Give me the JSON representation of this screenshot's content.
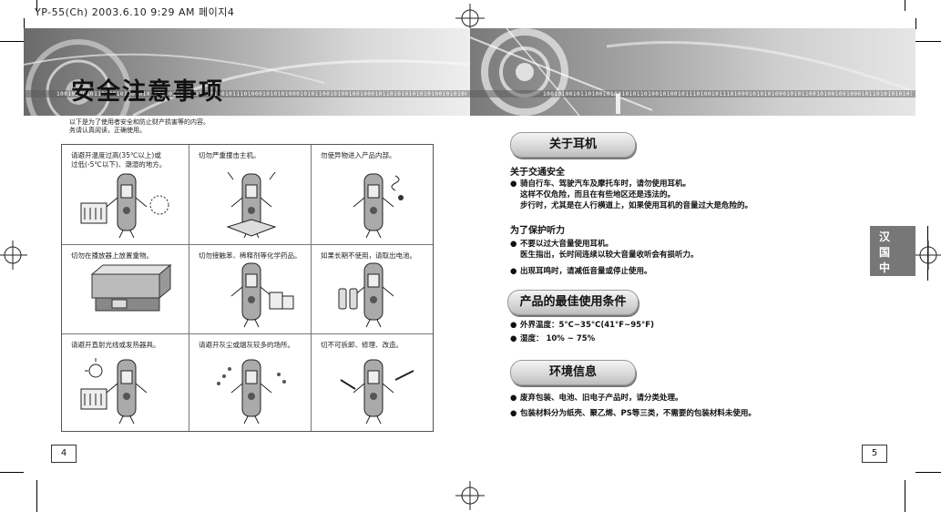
{
  "header": {
    "file_info": "YP-55(Ch)  2003.6.10 9:29 AM 페이지4"
  },
  "left_page": {
    "title": "安全注意事项",
    "intro_line1": "以下是为了使用者安全和防止财产损害等的内容。",
    "intro_line2": "务请认真阅读，正确使用。",
    "binary_strip": "1001010010110100101001010110100101001011101001011101000101010100010101100101001001000101101010101010100101010010101001",
    "cells": [
      {
        "text": "请避开温度过高(35℃以上)或\n过低(-5℃以下)、潮湿的地方。",
        "icon": "player-heat-cold-icon"
      },
      {
        "text": "切勿严重撞击主机。",
        "icon": "player-impact-icon"
      },
      {
        "text": "勿使异物进入产品内部。",
        "icon": "player-foreign-object-icon"
      },
      {
        "text": "切勿在播放器上放置重物。",
        "icon": "player-under-weight-icon"
      },
      {
        "text": "切勿接触苯、稀释剂等化学药品。",
        "icon": "player-chemicals-icon"
      },
      {
        "text": "如果长期不使用，请取出电池。",
        "icon": "player-remove-battery-icon"
      },
      {
        "text": "请避开直射光线或发热器具。",
        "icon": "player-sunlight-heater-icon"
      },
      {
        "text": "请避开灰尘或烟灰较多的场所。",
        "icon": "player-dust-icon"
      },
      {
        "text": "切不可拆卸、修理、改造。",
        "icon": "player-disassemble-icon"
      }
    ],
    "page_number": "4"
  },
  "right_page": {
    "sections": [
      {
        "heading": "关于耳机"
      },
      {
        "heading": "产品的最佳使用条件"
      },
      {
        "heading": "环境信息"
      }
    ],
    "traffic": {
      "subheading": "关于交通安全",
      "b1_l1": "骑自行车、驾驶汽车及摩托车时，请勿使用耳机。",
      "b1_l2": "这样不仅危险，而且在有些地区还是违法的。",
      "b1_l3": "步行时，尤其是在人行横道上，如果使用耳机的音量过大是危险的。"
    },
    "hearing": {
      "subheading": "为了保护听力",
      "b1_l1": "不要以过大音量使用耳机。",
      "b1_l2": "医生指出，长时间连续以较大音量收听会有损听力。",
      "b2": "出现耳鸣时，请减低音量或停止使用。"
    },
    "conditions": {
      "temp": "外界温度：5°C~35°C(41°F~95°F)",
      "humidity": "湿度：  10% ~ 75%"
    },
    "environment": {
      "b1": "废弃包装、电池、旧电子产品时，请分类处理。",
      "b2": "包装材料分为纸壳、聚乙烯、PS等三类，不需要的包装材料未使用。"
    },
    "side_tab": [
      "汉",
      "国",
      "中"
    ],
    "page_number": "5"
  },
  "bullet_symbol": "●"
}
